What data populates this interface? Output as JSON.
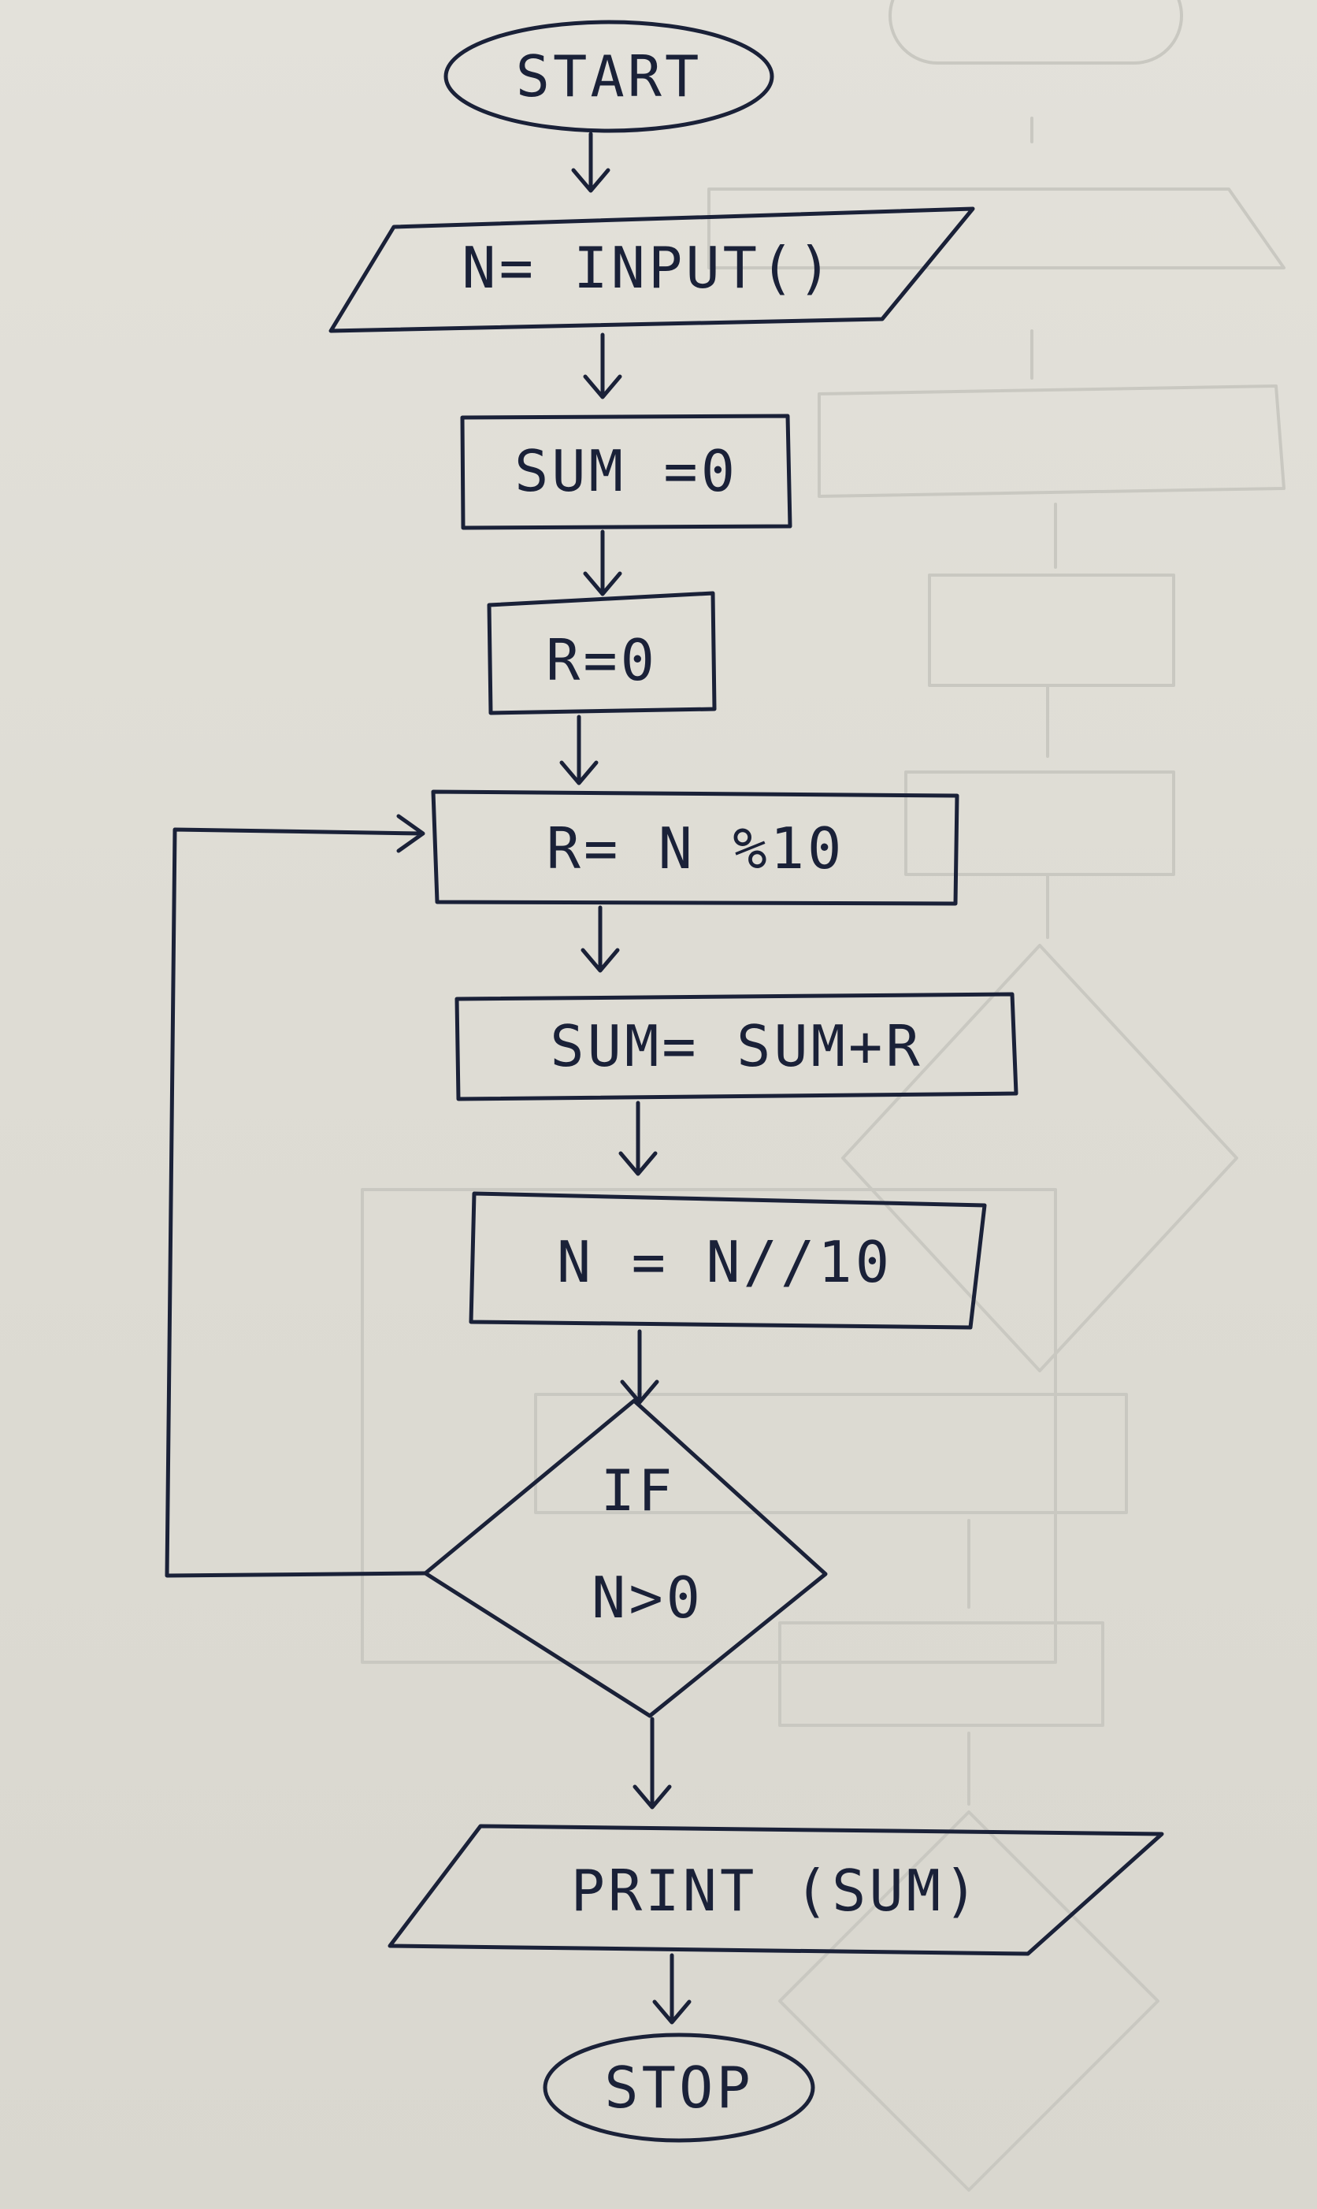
{
  "flowchart": {
    "start": "START",
    "input": "N= INPUT()",
    "init_sum": "SUM =0",
    "init_r": "R=0",
    "remainder": "R= N %10",
    "accumulate": "SUM= SUM+R",
    "divide": "N = N//10",
    "decision_line1": "IF",
    "decision_line2": "N>0",
    "output": "PRINT (SUM)",
    "stop": "STOP"
  },
  "colors": {
    "ink": "#1a2138",
    "paper": "#e0ded7"
  }
}
